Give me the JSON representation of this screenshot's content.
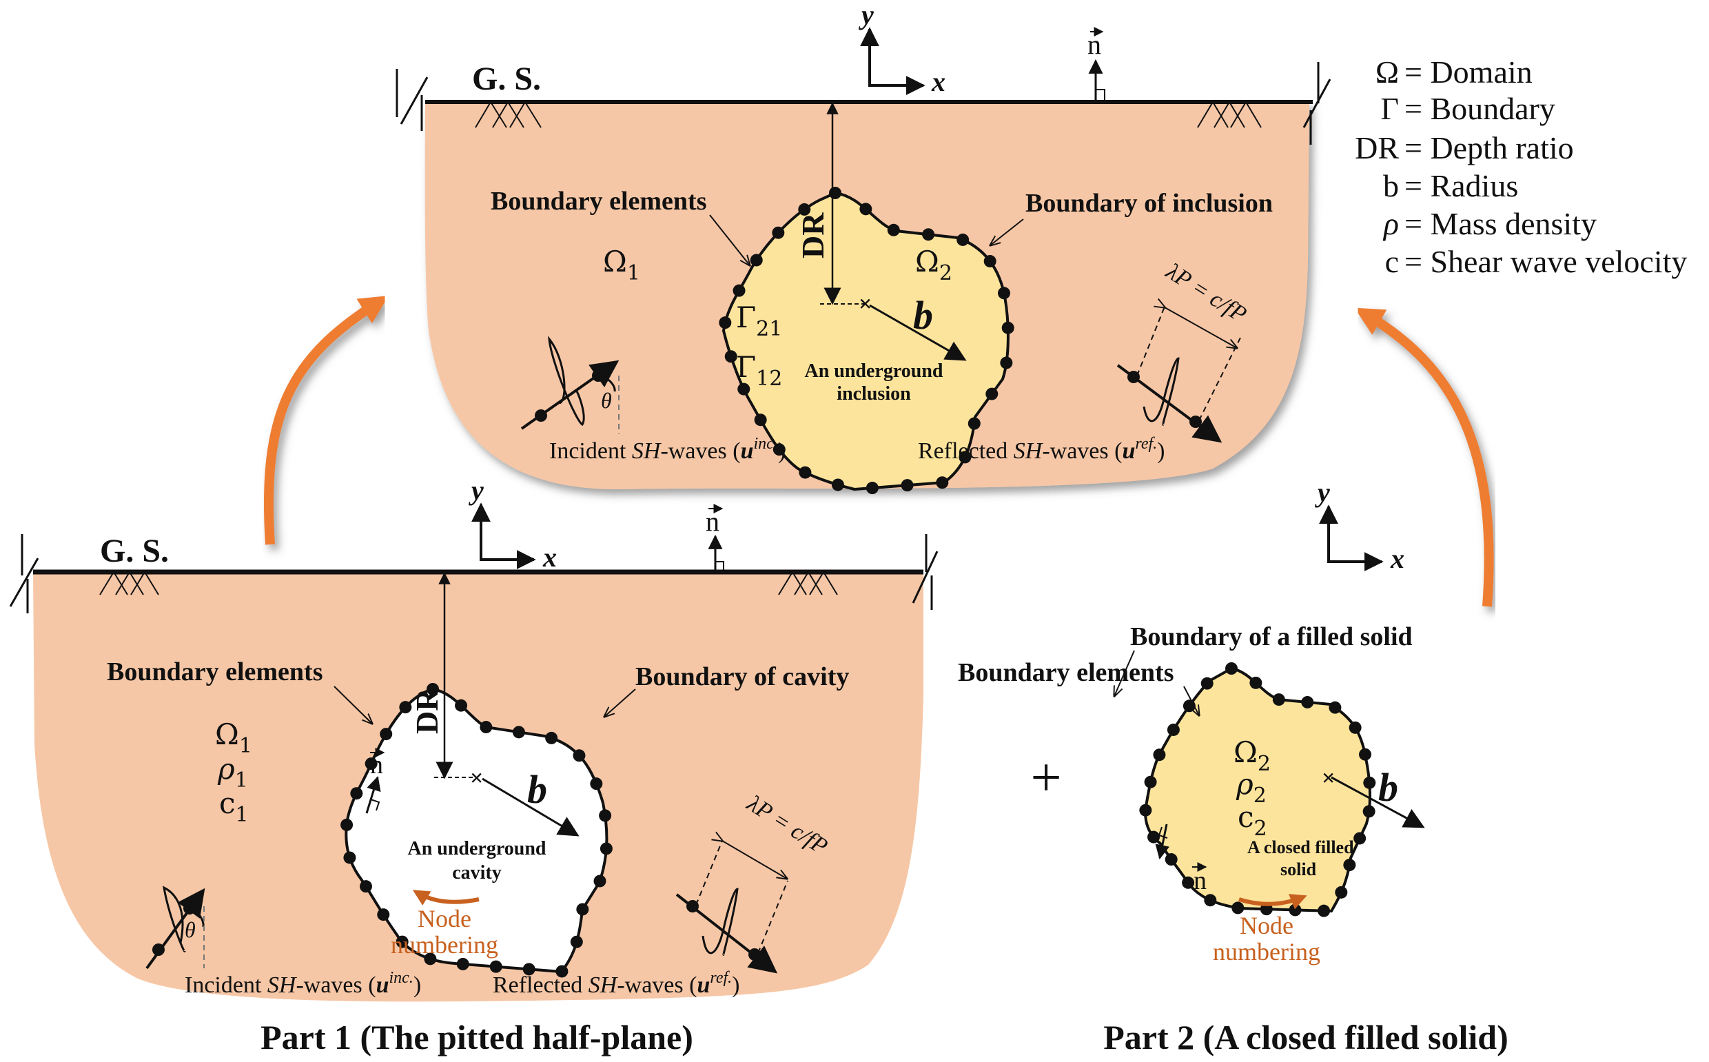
{
  "colors": {
    "soil": "#f6c7a6",
    "inclusion": "#fde49c",
    "arrow_orange": "#ee7d31",
    "node_text": "#c8611f",
    "ink": "#111111"
  },
  "legend": {
    "items": [
      {
        "symbol": "Ω",
        "text": "= Domain"
      },
      {
        "symbol": "Γ",
        "text": "= Boundary"
      },
      {
        "symbol": "DR",
        "text": "= Depth ratio"
      },
      {
        "symbol": "b",
        "text": "= Radius"
      },
      {
        "symbol": "ρ",
        "text": "= Mass density"
      },
      {
        "symbol": "c",
        "text": "= Shear wave velocity"
      }
    ]
  },
  "top_panel": {
    "ground_surface": "G. S.",
    "axis_x": "x",
    "axis_y": "y",
    "normal": "n",
    "boundary_elements": "Boundary elements",
    "boundary_of_inclusion": "Boundary of inclusion",
    "dr": "DR",
    "omega1": "Ω",
    "omega1_sub": "1",
    "omega2": "Ω",
    "omega2_sub": "2",
    "gamma21": "Γ",
    "gamma21_sub": "21",
    "gamma12": "Γ",
    "gamma12_sub": "12",
    "radius": "b",
    "inner_line1": "An underground",
    "inner_line2": "inclusion",
    "theta": "θ",
    "incident_pre": "Incident ",
    "incident_sh": "SH",
    "incident_post": "-waves (",
    "incident_u": "u",
    "incident_sup": "inc.",
    "incident_close": ")",
    "reflected_pre": "Reflected ",
    "reflected_sh": "SH",
    "reflected_post": "-waves (",
    "reflected_u": "u",
    "reflected_sup": "ref.",
    "reflected_close": ")",
    "wavelength": "λP = c/fP"
  },
  "part1": {
    "ground_surface": "G. S.",
    "axis_x": "x",
    "axis_y": "y",
    "normal_top": "n",
    "normal_inner": "n",
    "boundary_elements": "Boundary elements",
    "boundary_of_cavity": "Boundary of cavity",
    "dr": "DR",
    "omega": "Ω",
    "omega_sub": "1",
    "rho": "ρ",
    "rho_sub": "1",
    "c": "c",
    "c_sub": "1",
    "radius": "b",
    "inner_line1": "An underground",
    "inner_line2": "cavity",
    "node_line1": "Node",
    "node_line2": "numbering",
    "theta": "θ",
    "incident_pre": "Incident ",
    "incident_sh": "SH",
    "incident_post": "-waves (",
    "incident_u": "u",
    "incident_sup": "inc.",
    "incident_close": ")",
    "reflected_pre": "Reflected ",
    "reflected_sh": "SH",
    "reflected_post": "-waves (",
    "reflected_u": "u",
    "reflected_sup": "ref.",
    "reflected_close": ")",
    "wavelength": "λP = c/fP",
    "caption": "Part 1 (The pitted half-plane)"
  },
  "plus_sign": "+",
  "part2": {
    "axis_x": "x",
    "axis_y": "y",
    "boundary_elements": "Boundary elements",
    "boundary_of_filled": "Boundary of a filled solid",
    "omega": "Ω",
    "omega_sub": "2",
    "rho": "ρ",
    "rho_sub": "2",
    "c": "c",
    "c_sub": "2",
    "radius": "b",
    "normal": "n",
    "inner_line1": "A closed filled",
    "inner_line2": "solid",
    "node_line1": "Node",
    "node_line2": "numbering",
    "caption": "Part 2 (A closed filled solid)"
  }
}
